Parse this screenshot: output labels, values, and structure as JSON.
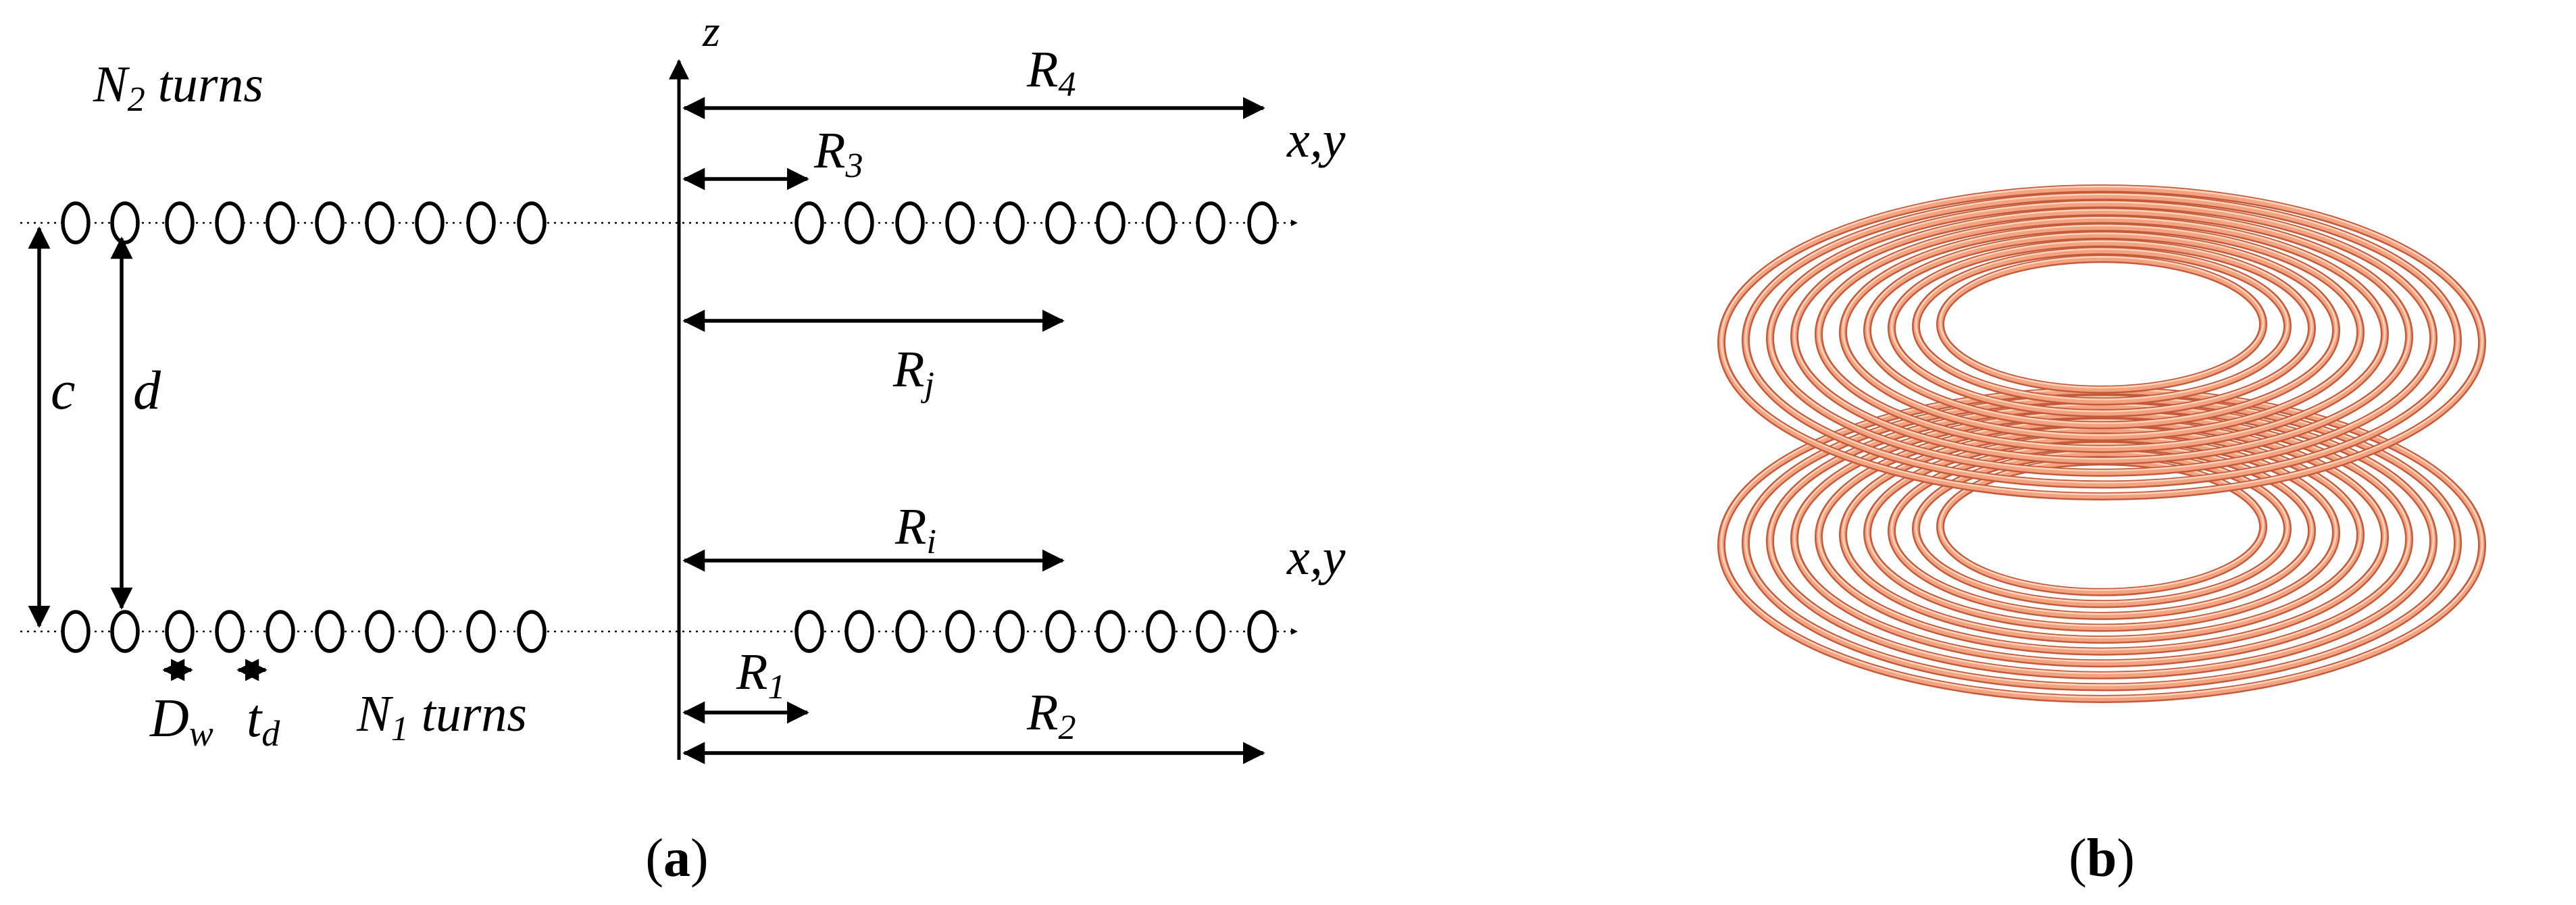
{
  "panel_a": {
    "axis_z": "z",
    "axis_xy_top": "x,y",
    "axis_xy_bottom": "x,y",
    "n2_label": "N",
    "n2_sub": "2",
    "n2_suffix": " turns",
    "n1_label": "N",
    "n1_sub": "1",
    "n1_suffix": " turns",
    "c_label": "c",
    "d_label": "d",
    "dw_label": "D",
    "dw_sub": "w",
    "td_label": "t",
    "td_sub": "d",
    "r1_label": "R",
    "r1_sub": "1",
    "r2_label": "R",
    "r2_sub": "2",
    "r3_label": "R",
    "r3_sub": "3",
    "r4_label": "R",
    "r4_sub": "4",
    "ri_label": "R",
    "ri_sub": "i",
    "rj_label": "R",
    "rj_sub": "j",
    "caption_open": "(",
    "caption_letter": "a",
    "caption_close": ")"
  },
  "panel_b": {
    "caption_open": "(",
    "caption_letter": "b",
    "caption_close": ")",
    "coil_color": "#e8896a"
  }
}
